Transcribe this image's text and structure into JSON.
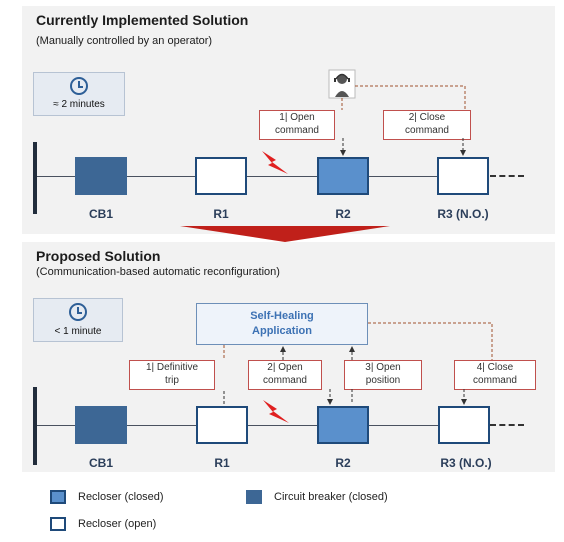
{
  "current": {
    "title": "Currently Implemented Solution",
    "subtitle": "(Manually controlled by an operator)",
    "time_label": "≈ 2 minutes",
    "commands": [
      {
        "line1": "1| Open",
        "line2": "command"
      },
      {
        "line1": "2| Close",
        "line2": "command"
      }
    ],
    "nodes": [
      "CB1",
      "R1",
      "R2",
      "R3 (N.O.)"
    ]
  },
  "proposed": {
    "title": "Proposed Solution",
    "subtitle": "(Communication-based automatic reconfiguration)",
    "time_label": "< 1 minute",
    "app_line1": "Self-Healing",
    "app_line2": "Application",
    "commands": [
      {
        "line1": "1| Definitive",
        "line2": "trip"
      },
      {
        "line1": "2| Open",
        "line2": "command"
      },
      {
        "line1": "3| Open",
        "line2": "position"
      },
      {
        "line1": "4| Close",
        "line2": "command"
      }
    ],
    "nodes": [
      "CB1",
      "R1",
      "R2",
      "R3 (N.O.)"
    ]
  },
  "legend": {
    "recloser_closed": "Recloser (closed)",
    "circuit_breaker_closed": "Circuit breaker (closed)",
    "recloser_open": "Recloser (open)"
  },
  "colors": {
    "circuit_breaker": "#3d6795",
    "recloser_closed": "#5a90cc",
    "command_border": "#c0504d",
    "arrow": "#c0201a",
    "fault": "#e02020",
    "link_dashed": "#a0522d"
  },
  "icons": [
    "clock-icon",
    "operator-headset-icon",
    "fault-lightning-icon",
    "transition-arrow-icon"
  ]
}
